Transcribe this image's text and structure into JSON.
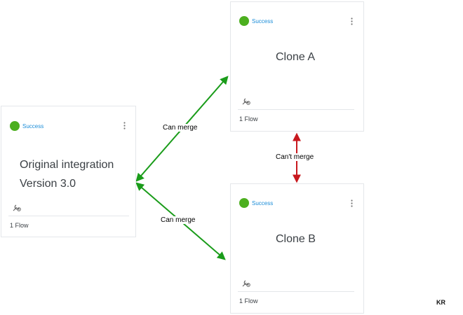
{
  "nodes": {
    "original": {
      "status": "Success",
      "title_line1": "Original integration",
      "title_line2": "Version 3.0",
      "flows": "1 Flow"
    },
    "clone_a": {
      "status": "Success",
      "title": "Clone A",
      "flows": "1 Flow"
    },
    "clone_b": {
      "status": "Success",
      "title": "Clone B",
      "flows": "1 Flow"
    }
  },
  "edges": [
    {
      "from": "original",
      "to": "clone_a",
      "label": "Can merge",
      "color": "#1a9c1a"
    },
    {
      "from": "original",
      "to": "clone_b",
      "label": "Can merge",
      "color": "#1a9c1a"
    },
    {
      "from": "clone_a",
      "to": "clone_b",
      "label": "Can't merge",
      "color": "#c8181e"
    }
  ],
  "watermark": "KR",
  "colors": {
    "status_dot": "#4caf1f",
    "status_text": "#1a8cd8",
    "card_border": "#e4e7ea"
  },
  "icons": {
    "status": "status-dot",
    "menu": "kebab-menu-icon",
    "flow": "flow-wrench-icon"
  }
}
